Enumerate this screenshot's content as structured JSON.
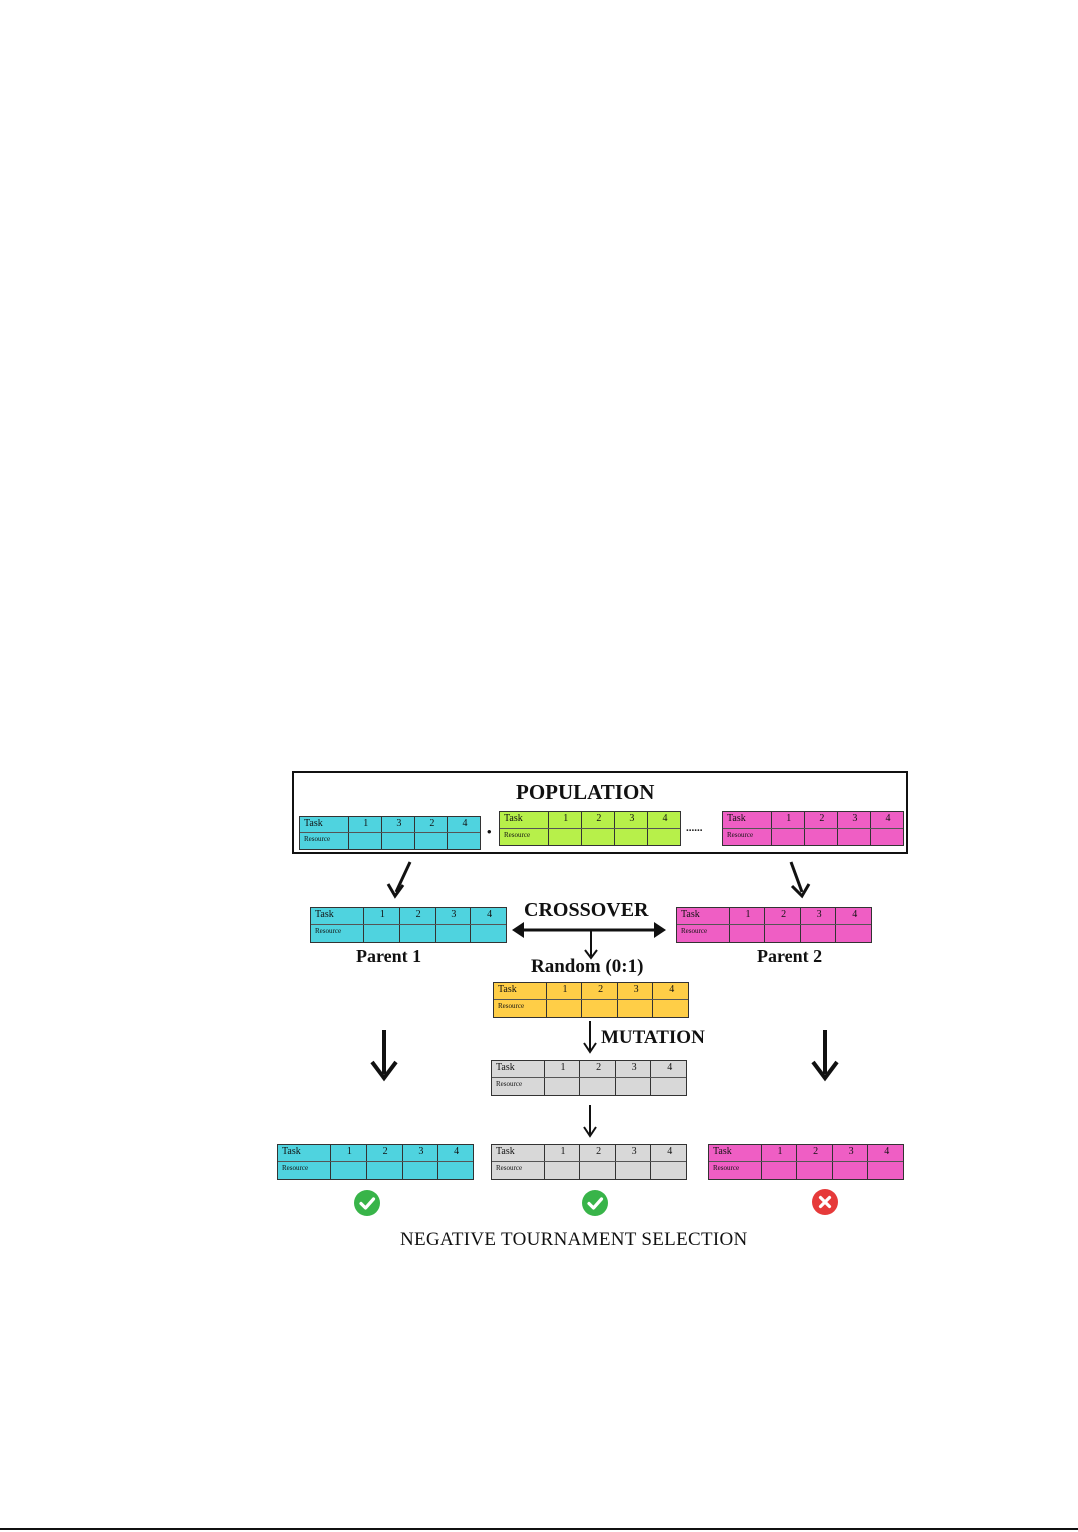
{
  "titles": {
    "population": "POPULATION",
    "crossover": "CROSSOVER",
    "random": "Random (0:1)",
    "mutation": "MUTATION",
    "selection": "NEGATIVE TOURNAMENT SELECTION",
    "parent1": "Parent 1",
    "parent2": "Parent 2"
  },
  "separators": {
    "dot": "•",
    "ellipsis": "......"
  },
  "colors": {
    "cyan": "#4fd3df",
    "green": "#b7f04a",
    "pink": "#ef5ec4",
    "yellow": "#ffce47",
    "gray": "#d8d8d8",
    "accept": "#38b449",
    "reject": "#e63a3a"
  },
  "chromosomes": {
    "pop_cyan": {
      "head": "Task",
      "genes": [
        "1",
        "3",
        "2",
        "4"
      ],
      "sub": "Resource"
    },
    "pop_green": {
      "head": "Task",
      "genes": [
        "1",
        "2",
        "3",
        "4"
      ],
      "sub": "Resource"
    },
    "pop_pink": {
      "head": "Task",
      "genes": [
        "1",
        "2",
        "3",
        "4"
      ],
      "sub": "Resource"
    },
    "parent1": {
      "head": "Task",
      "genes": [
        "1",
        "2",
        "3",
        "4"
      ],
      "sub": "Resource"
    },
    "parent2": {
      "head": "Task",
      "genes": [
        "1",
        "2",
        "3",
        "4"
      ],
      "sub": "Resource"
    },
    "offspring": {
      "head": "Task",
      "genes": [
        "1",
        "2",
        "3",
        "4"
      ],
      "sub": "Resource"
    },
    "mutated": {
      "head": "Task",
      "genes": [
        "1",
        "2",
        "3",
        "4"
      ],
      "sub": "Resource"
    },
    "final_cyan": {
      "head": "Task",
      "genes": [
        "1",
        "2",
        "3",
        "4"
      ],
      "sub": "Resource"
    },
    "final_gray": {
      "head": "Task",
      "genes": [
        "1",
        "2",
        "3",
        "4"
      ],
      "sub": "Resource"
    },
    "final_pink": {
      "head": "Task",
      "genes": [
        "1",
        "2",
        "3",
        "4"
      ],
      "sub": "Resource"
    }
  },
  "icons": {
    "accept": "check-circle-icon",
    "reject": "x-circle-icon"
  }
}
